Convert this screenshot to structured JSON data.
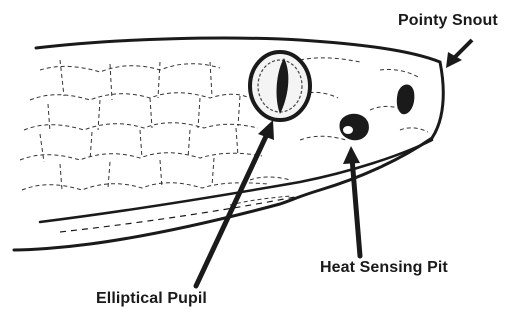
{
  "labels": {
    "pointy_snout": "Pointy Snout",
    "heat_sensing_pit": "Heat Sensing Pit",
    "elliptical_pupil": "Elliptical Pupil"
  },
  "colors": {
    "ink": "#1a1a1a",
    "background": "#ffffff"
  }
}
